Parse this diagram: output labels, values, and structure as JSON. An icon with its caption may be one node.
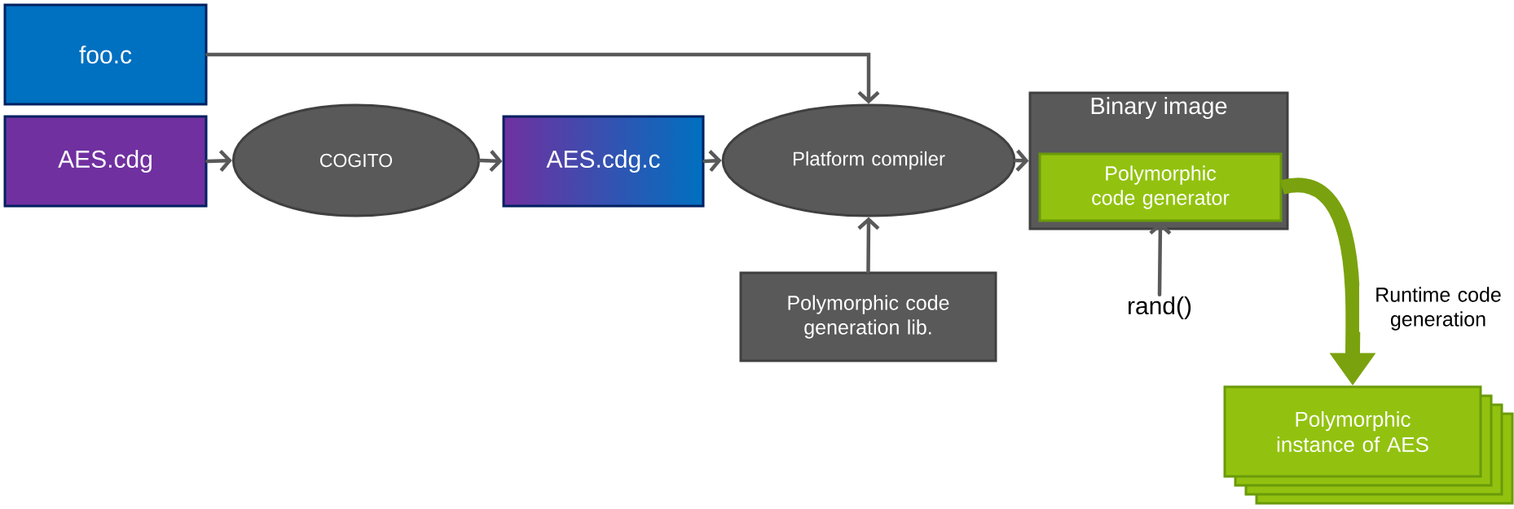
{
  "diagram": {
    "nodes": [
      {
        "text": [
          "foo.c"
        ]
      },
      {
        "text": [
          "AES.cdg"
        ]
      },
      {
        "text": [
          "COGITO"
        ]
      },
      {
        "text": [
          "AES.cdg.c"
        ]
      },
      {
        "text": [
          "Platform compiler"
        ]
      },
      {
        "text": [
          "Binary image"
        ]
      },
      {
        "text": [
          "Polymorphic code generator"
        ],
        "in": 5
      },
      {
        "text": [
          "Polymorphic code generation lib."
        ]
      },
      {
        "text": [
          "rand()"
        ]
      },
      {
        "text": [
          "Polymorphic instance of AES"
        ]
      }
    ],
    "edges": [
      {
        "from": 0,
        "to": 4,
        "arrow": "to"
      },
      {
        "from": 1,
        "to": 2,
        "arrow": "to"
      },
      {
        "from": 2,
        "to": 3,
        "arrow": "to"
      },
      {
        "from": 3,
        "to": 4,
        "arrow": "to"
      },
      {
        "from": 4,
        "to": 5,
        "arrow": "to"
      },
      {
        "from": 7,
        "to": 4,
        "arrow": "to"
      },
      {
        "from": 8,
        "to": 6,
        "arrow": "to"
      },
      {
        "from": 6,
        "to": 9,
        "arrow": "to",
        "style": "thick",
        "color": "#7aa20e",
        "label": "Runtime code generation"
      }
    ]
  }
}
